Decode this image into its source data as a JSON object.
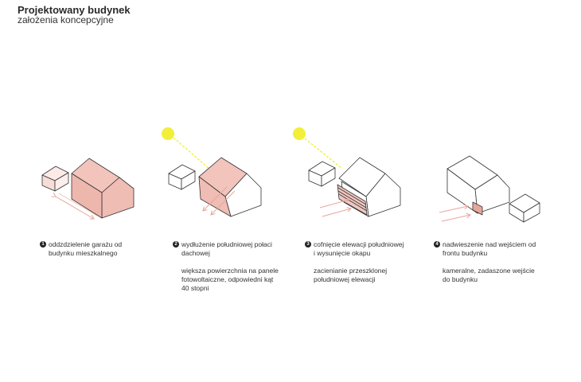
{
  "header": {
    "title": "Projektowany budynek",
    "subtitle": "założenia koncepcyjne"
  },
  "steps": [
    {
      "num": "1",
      "line1": "oddzdzielenie garażu od",
      "line2": "budynku mieszkalnego",
      "note1": "",
      "note2": "",
      "note3": ""
    },
    {
      "num": "2",
      "line1": "wydłużenie południowej połaci",
      "line2": "dachowej",
      "note1": "większa powierzchnia na panele",
      "note2": "fotowoltaiczne, odpowiedni kąt",
      "note3": "40 stopni"
    },
    {
      "num": "3",
      "line1": "cofnięcie elewacji południowej",
      "line2": "i wysunięcie okapu",
      "note1": "zacienianie przeszklonej",
      "note2": "południowej elewacji",
      "note3": ""
    },
    {
      "num": "4",
      "line1": "nadwieszenie nad wejściem od",
      "line2": "frontu budynku",
      "note1": "kameralne, zadaszone wejście",
      "note2": "do budynku",
      "note3": ""
    }
  ],
  "colors": {
    "accent": "#e8a69a",
    "accent_fill": "#f1c7c0",
    "light_fill": "#f8e2de",
    "sun": "#f2ef3a",
    "line": "#222222"
  },
  "icons": [
    "sun-icon",
    "arrow-icon"
  ]
}
